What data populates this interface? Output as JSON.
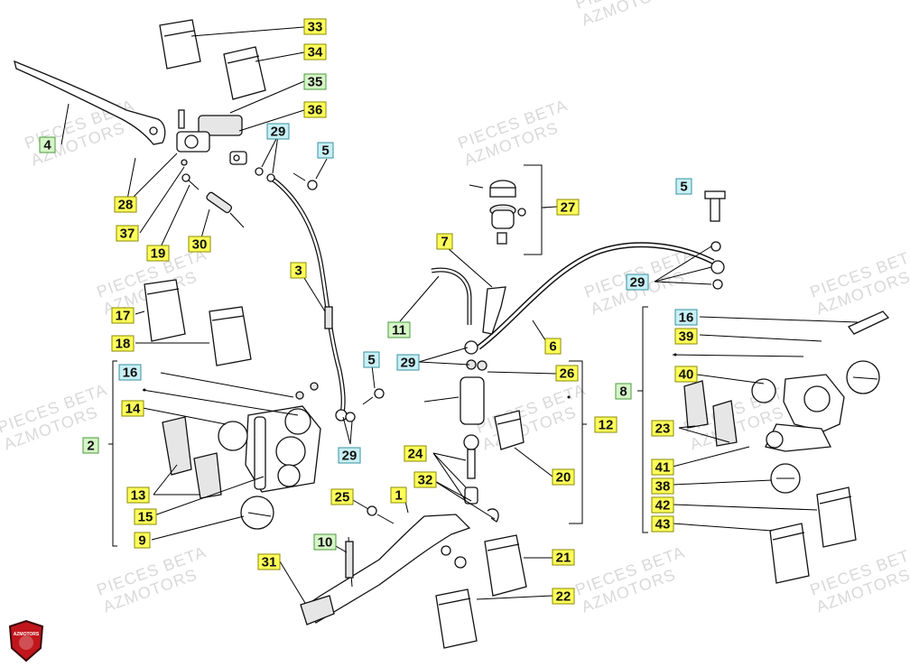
{
  "watermark": {
    "line1": "PIECES BETA",
    "line2": "AZMOTORS"
  },
  "logo": {
    "text": "AZMOTORS",
    "red": "#c0161c",
    "dark": "#3a0a0c"
  },
  "colors": {
    "yellow": "#ffff5a",
    "yellow_border": "#8a8a00",
    "cyan": "#c8f0f5",
    "cyan_border": "#3a8fa0",
    "green": "#d6f5c8",
    "green_border": "#4a9a3a"
  },
  "groups": [
    {
      "id": "2",
      "items": [
        "16",
        "14",
        "13",
        "15",
        "9"
      ]
    },
    {
      "id": "12",
      "items": [
        "26",
        "20"
      ]
    },
    {
      "id": "27",
      "items": []
    },
    {
      "id": "8",
      "items": [
        "16",
        "39",
        "40",
        "23",
        "41",
        "38",
        "42",
        "43"
      ]
    }
  ],
  "callouts": [
    {
      "label": "33",
      "color": "yellow"
    },
    {
      "label": "34",
      "color": "yellow"
    },
    {
      "label": "35",
      "color": "green"
    },
    {
      "label": "36",
      "color": "yellow"
    },
    {
      "label": "4",
      "color": "green"
    },
    {
      "label": "28",
      "color": "yellow"
    },
    {
      "label": "37",
      "color": "yellow"
    },
    {
      "label": "19",
      "color": "yellow"
    },
    {
      "label": "30",
      "color": "yellow"
    },
    {
      "label": "29",
      "color": "cyan"
    },
    {
      "label": "5",
      "color": "cyan"
    },
    {
      "label": "27",
      "color": "yellow"
    },
    {
      "label": "5",
      "color": "cyan"
    },
    {
      "label": "7",
      "color": "yellow"
    },
    {
      "label": "29",
      "color": "cyan"
    },
    {
      "label": "17",
      "color": "yellow"
    },
    {
      "label": "18",
      "color": "yellow"
    },
    {
      "label": "3",
      "color": "yellow"
    },
    {
      "label": "11",
      "color": "green"
    },
    {
      "label": "6",
      "color": "yellow"
    },
    {
      "label": "16",
      "color": "cyan"
    },
    {
      "label": "39",
      "color": "yellow"
    },
    {
      "label": "16",
      "color": "cyan"
    },
    {
      "label": "5",
      "color": "cyan"
    },
    {
      "label": "29",
      "color": "cyan"
    },
    {
      "label": "26",
      "color": "yellow"
    },
    {
      "label": "8",
      "color": "green"
    },
    {
      "label": "40",
      "color": "yellow"
    },
    {
      "label": "14",
      "color": "yellow"
    },
    {
      "label": "2",
      "color": "green"
    },
    {
      "label": "12",
      "color": "yellow"
    },
    {
      "label": "23",
      "color": "yellow"
    },
    {
      "label": "29",
      "color": "cyan"
    },
    {
      "label": "20",
      "color": "yellow"
    },
    {
      "label": "24",
      "color": "yellow"
    },
    {
      "label": "41",
      "color": "yellow"
    },
    {
      "label": "13",
      "color": "yellow"
    },
    {
      "label": "32",
      "color": "yellow"
    },
    {
      "label": "38",
      "color": "yellow"
    },
    {
      "label": "15",
      "color": "yellow"
    },
    {
      "label": "25",
      "color": "yellow"
    },
    {
      "label": "1",
      "color": "yellow"
    },
    {
      "label": "42",
      "color": "yellow"
    },
    {
      "label": "9",
      "color": "yellow"
    },
    {
      "label": "43",
      "color": "yellow"
    },
    {
      "label": "10",
      "color": "green"
    },
    {
      "label": "21",
      "color": "yellow"
    },
    {
      "label": "31",
      "color": "yellow"
    },
    {
      "label": "22",
      "color": "yellow"
    }
  ]
}
